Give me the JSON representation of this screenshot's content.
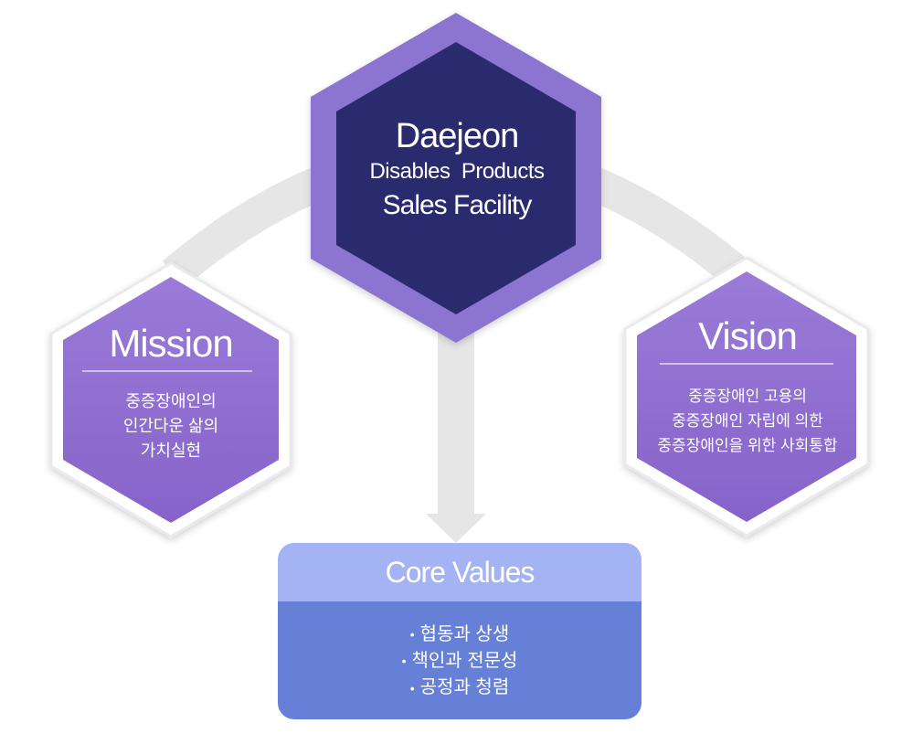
{
  "center": {
    "title": "Daejeon",
    "subtitle_line1": "Disables  Products",
    "subtitle_line2": "Sales Facility"
  },
  "mission": {
    "title": "Mission",
    "lines": [
      "중증장애인의",
      "인간다운 삶의",
      "가치실현"
    ]
  },
  "vision": {
    "title": "Vision",
    "lines": [
      "중증장애인 고용의",
      "중증장애인 자립에 의한",
      "중증장애인을 위한 사회통합"
    ]
  },
  "core_values": {
    "title": "Core Values",
    "items": [
      "협동과 상생",
      "책인과 전문성",
      "공정과 청렴"
    ]
  },
  "colors": {
    "center_outer": "#8b74d0",
    "center_inner": "#2b2a6e",
    "side_hex": "#8f6fd0",
    "arc": "#e6e6e6",
    "cv_header": "#a3b3f4",
    "cv_body": "#6580d6"
  }
}
